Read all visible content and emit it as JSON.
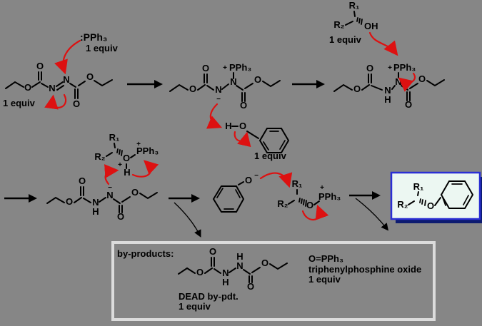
{
  "colors": {
    "background": "#868686",
    "arrow_red": "#dd1111",
    "bond_black": "#000000",
    "product_box_fill": "#ecf7f2",
    "product_box_border": "#2b2fd4",
    "product_box_shadow": "#0d1b70",
    "byproducts_box_border": "#dcdcdc"
  },
  "sym": {
    "O": "O",
    "N": "N",
    "H": "H",
    "plus": "+",
    "minus": "−",
    "R1": "R₁",
    "R2": "R₂",
    "PPh3": "PPh₃",
    "OH": "OH"
  },
  "labels": {
    "pph3_reagent": ":PPh₃",
    "one_equiv": "1 equiv",
    "byproducts_title": "by-products:",
    "dead_byproduct_name": "DEAD by-pdt.",
    "opph3": "O=PPh₃",
    "tppo_name": "triphenylphosphine oxide"
  }
}
